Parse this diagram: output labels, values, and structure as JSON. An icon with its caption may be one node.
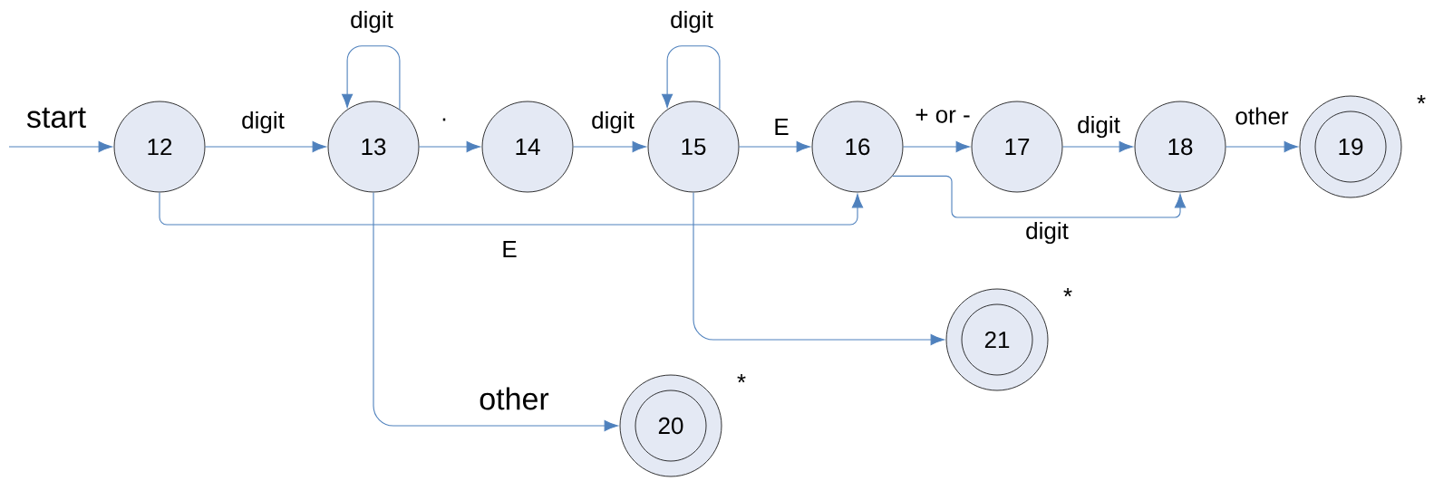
{
  "diagram": {
    "nodes": [
      {
        "text": [
          "12"
        ]
      },
      {
        "text": [
          "13"
        ]
      },
      {
        "text": [
          "14"
        ]
      },
      {
        "text": [
          "15"
        ]
      },
      {
        "text": [
          "16"
        ]
      },
      {
        "text": [
          "17"
        ]
      },
      {
        "text": [
          "18"
        ]
      },
      {
        "text": [
          "19"
        ],
        "beside": [
          "*"
        ]
      },
      {
        "text": [
          "20"
        ],
        "beside": [
          "*"
        ]
      },
      {
        "text": [
          "21"
        ],
        "beside": [
          "*"
        ]
      }
    ],
    "edges": [
      {
        "from": null,
        "to": 0,
        "arrow": "to",
        "label": "start"
      },
      {
        "from": 0,
        "to": 1,
        "arrow": "to",
        "label": "digit"
      },
      {
        "from": 1,
        "to": 1,
        "arrow": "to",
        "label": "digit"
      },
      {
        "from": 1,
        "to": 2,
        "arrow": "to",
        "label": "."
      },
      {
        "from": 2,
        "to": 3,
        "arrow": "to",
        "label": "digit"
      },
      {
        "from": 3,
        "to": 3,
        "arrow": "to",
        "label": "digit"
      },
      {
        "from": 3,
        "to": 4,
        "arrow": "to",
        "label": "E"
      },
      {
        "from": 4,
        "to": 5,
        "arrow": "to",
        "label": "+ or -"
      },
      {
        "from": 5,
        "to": 6,
        "arrow": "to",
        "label": "digit"
      },
      {
        "from": 6,
        "to": 7,
        "arrow": "to",
        "label": "other"
      },
      {
        "from": 0,
        "to": 4,
        "arrow": "to",
        "label": "E"
      },
      {
        "from": 4,
        "to": 6,
        "arrow": "to",
        "label": "digit"
      },
      {
        "from": 1,
        "to": 8,
        "arrow": "to",
        "label": "other"
      },
      {
        "from": 3,
        "to": 9,
        "arrow": "to"
      }
    ]
  }
}
